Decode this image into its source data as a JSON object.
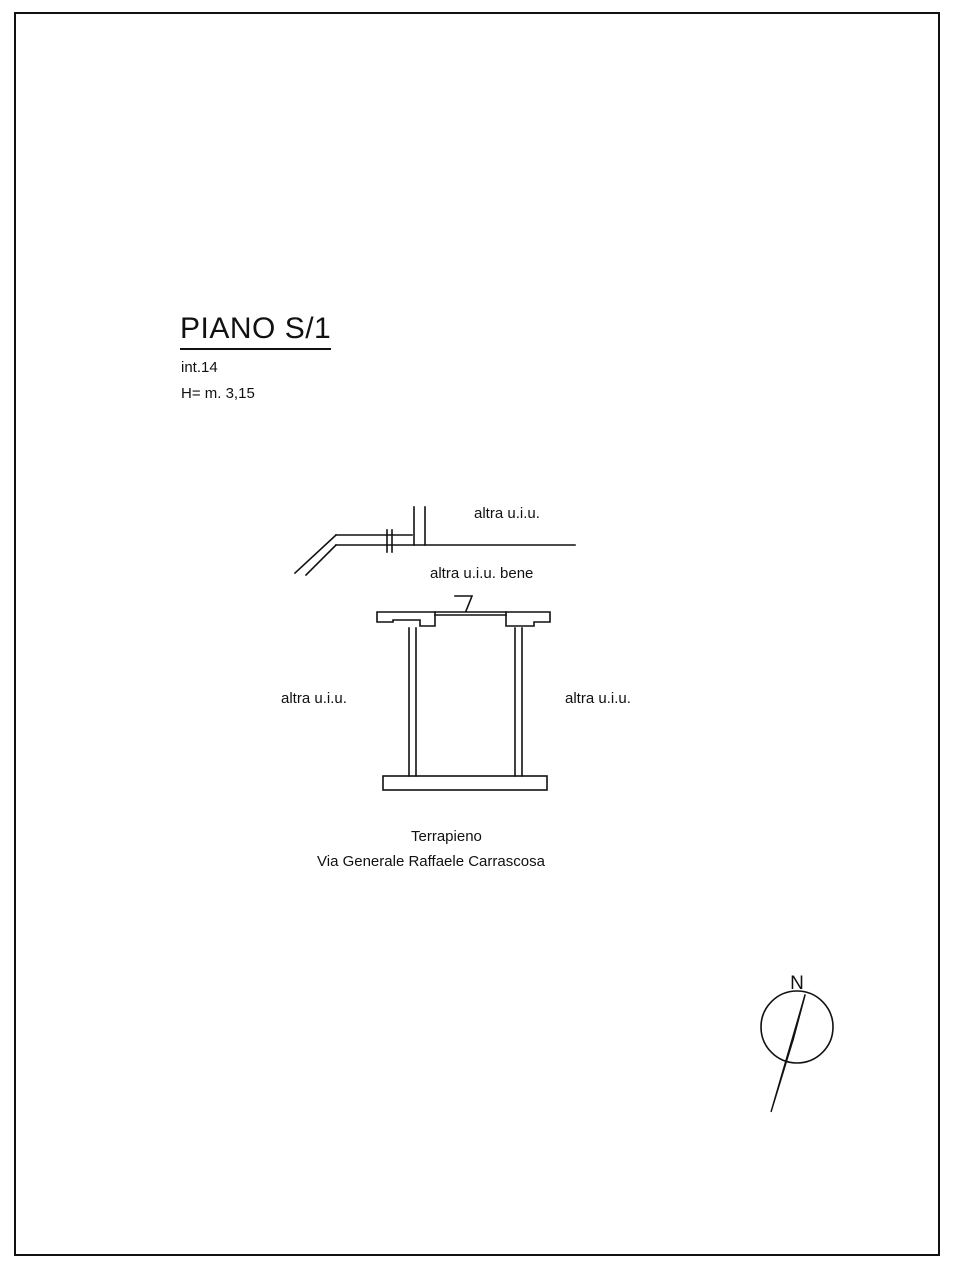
{
  "drawing": {
    "title": "PIANO S/1",
    "interior": "int.14",
    "height": "H= m. 3,15"
  },
  "labels": {
    "top_right": "altra u.i.u.",
    "top_center": "altra u.i.u. bene",
    "left": "altra u.i.u.",
    "right": "altra u.i.u.",
    "bottom_1": "Terrapieno",
    "bottom_2": "Via Generale Raffaele Carrascosa"
  },
  "compass": {
    "north_label": "N",
    "icon": "north-arrow-icon"
  },
  "colors": {
    "line": "#111111",
    "background": "#ffffff"
  }
}
